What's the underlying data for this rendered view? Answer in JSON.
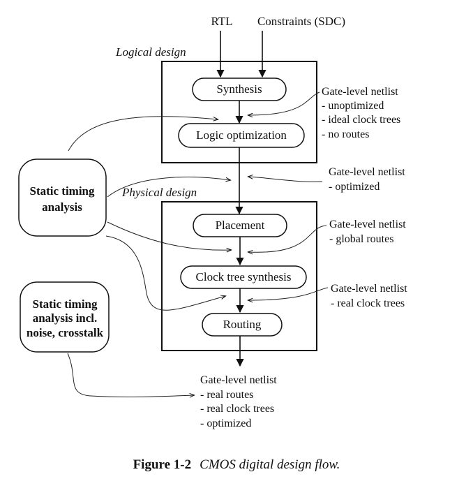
{
  "inputs": {
    "rtl": "RTL",
    "constraints": "Constraints (SDC)"
  },
  "sections": {
    "logical": "Logical design",
    "physical": "Physical design"
  },
  "steps": {
    "synthesis": "Synthesis",
    "logic_opt": "Logic optimization",
    "placement": "Placement",
    "cts": "Clock tree synthesis",
    "routing": "Routing"
  },
  "sta": {
    "line1": "Static timing",
    "line2": "analysis"
  },
  "sta_noise": {
    "line1": "Static timing",
    "line2": "analysis incl.",
    "line3": "noise, crosstalk"
  },
  "netlists": {
    "n1": [
      "Gate-level netlist",
      "- unoptimized",
      "- ideal clock trees",
      "- no routes"
    ],
    "n2": [
      "Gate-level netlist",
      "- optimized"
    ],
    "n3": [
      "Gate-level netlist",
      "- global routes"
    ],
    "n4": [
      "Gate-level netlist",
      "- real clock trees"
    ],
    "n5": [
      "Gate-level netlist",
      "- real routes",
      "- real clock trees",
      "- optimized"
    ]
  },
  "caption": {
    "label": "Figure 1-2",
    "title": "CMOS digital design flow."
  }
}
